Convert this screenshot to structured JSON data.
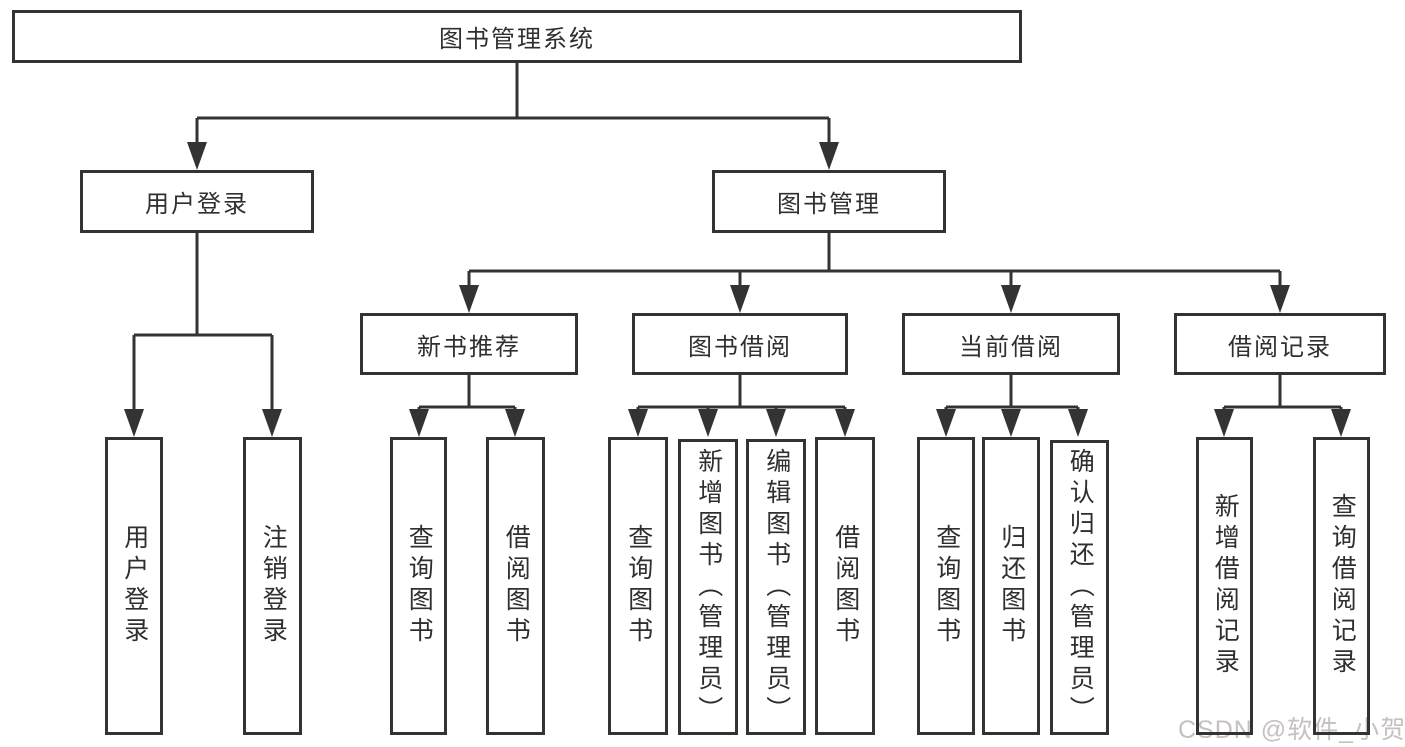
{
  "tree": {
    "root": {
      "label": "图书管理系统",
      "children": [
        {
          "label": "用户登录",
          "children": [
            {
              "label": "用户登录"
            },
            {
              "label": "注销登录"
            }
          ]
        },
        {
          "label": "图书管理",
          "children": [
            {
              "label": "新书推荐",
              "children": [
                {
                  "label": "查询图书"
                },
                {
                  "label": "借阅图书"
                }
              ]
            },
            {
              "label": "图书借阅",
              "children": [
                {
                  "label": "查询图书"
                },
                {
                  "label": "新增图书（管理员）"
                },
                {
                  "label": "编辑图书（管理员）"
                },
                {
                  "label": "借阅图书"
                }
              ]
            },
            {
              "label": "当前借阅",
              "children": [
                {
                  "label": "查询图书"
                },
                {
                  "label": "归还图书"
                },
                {
                  "label": "确认归还（管理员）"
                }
              ]
            },
            {
              "label": "借阅记录",
              "children": [
                {
                  "label": "新增借阅记录"
                },
                {
                  "label": "查询借阅记录"
                }
              ]
            }
          ]
        }
      ]
    }
  },
  "watermark": {
    "text": "CSDN @软件_小贺同学"
  },
  "colors": {
    "line": "#333333",
    "text": "#2f2f2f",
    "background": "#ffffff",
    "watermark": "#c6c0c0"
  }
}
